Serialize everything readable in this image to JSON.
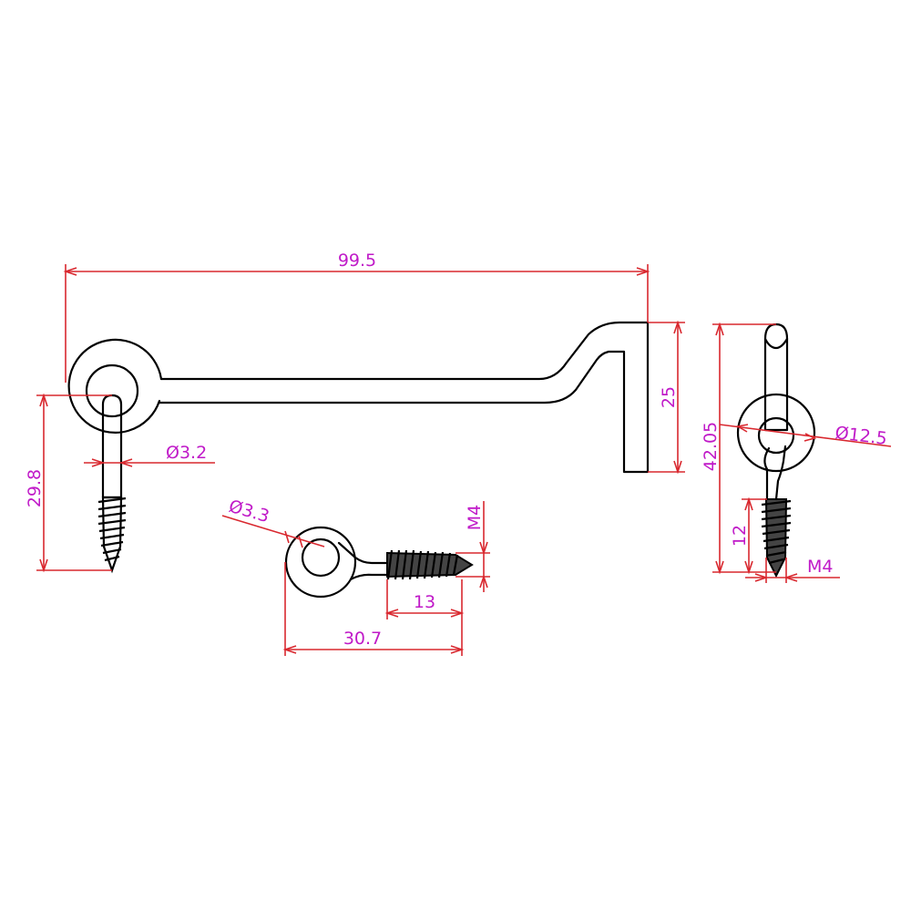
{
  "colors": {
    "outline": "#000000",
    "dimension_line": "#d9282f",
    "dimension_text": "#c01ac8",
    "background": "#ffffff"
  },
  "dimensions": {
    "hook_length": "99.5",
    "hook_height": "25",
    "wire_diameter_screw_eye": "Ø3.2",
    "screw_eye_height": "29.8",
    "ring_wire_diameter": "Ø3.3",
    "thread_size_side": "M4",
    "thread_length": "13",
    "eye_length": "30.7",
    "eye_total_height": "42.05",
    "eye_outer_diameter": "Ø12.5",
    "eye_thread_length": "12",
    "thread_size_end": "M4"
  }
}
